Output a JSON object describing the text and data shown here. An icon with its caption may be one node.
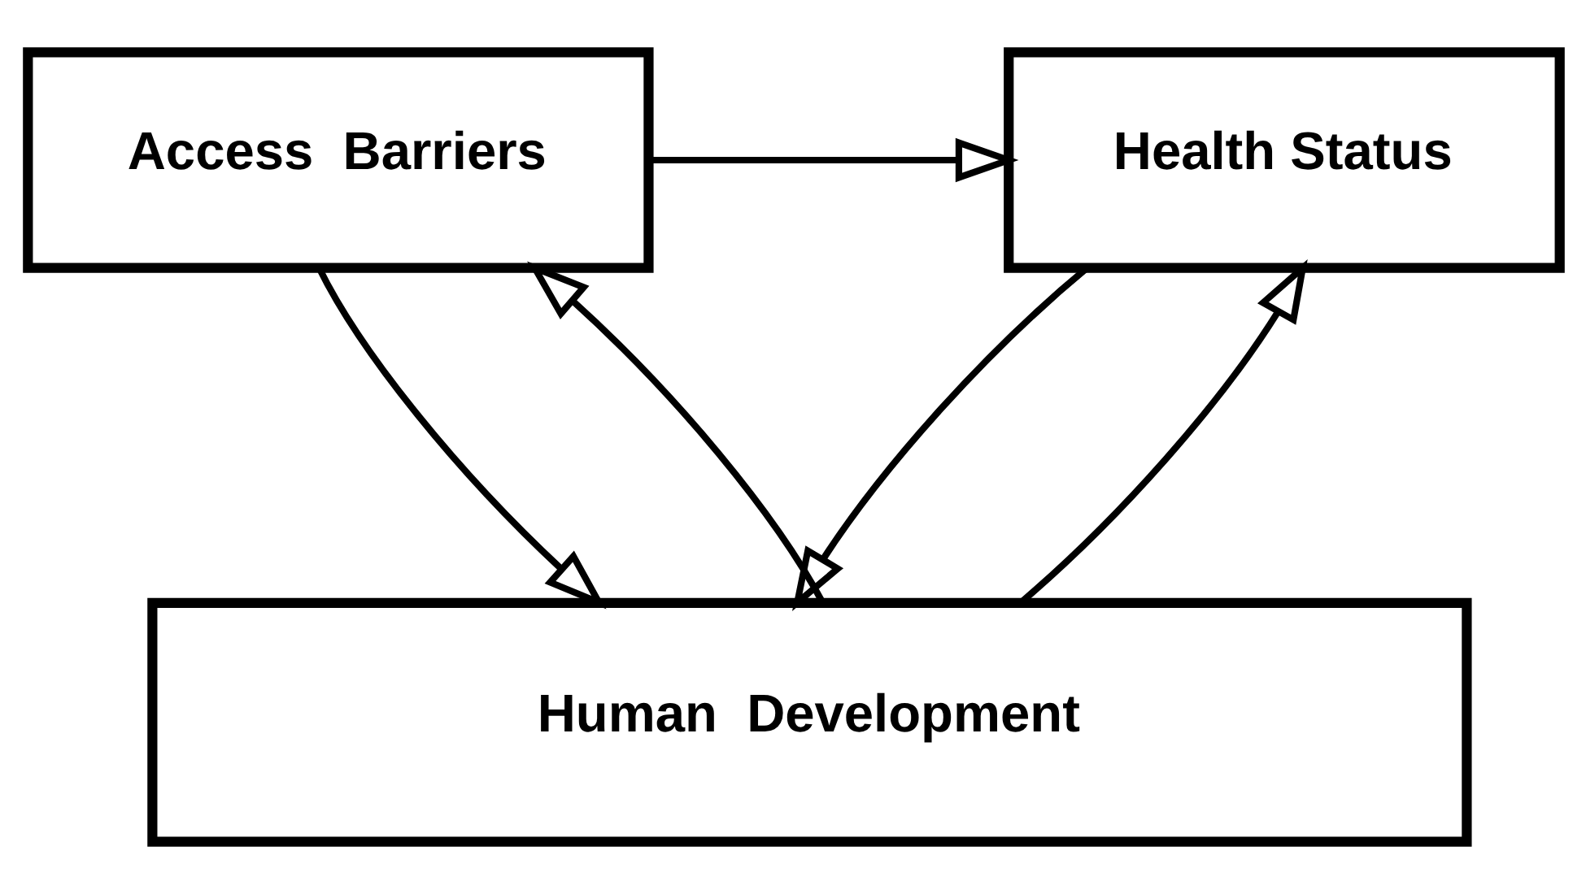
{
  "diagram": {
    "nodes": [
      {
        "text": [
          "Access  Barriers"
        ]
      },
      {
        "text": [
          "Health Status"
        ]
      },
      {
        "text": [
          "Human  Development"
        ]
      }
    ],
    "edges": [
      {
        "from": 0,
        "to": 1,
        "arrow": "to"
      },
      {
        "from": 2,
        "to": 0,
        "arrow": "to"
      },
      {
        "from": 0,
        "to": 2,
        "arrow": "to"
      },
      {
        "from": 2,
        "to": 1,
        "arrow": "to"
      },
      {
        "from": 1,
        "to": 2,
        "arrow": "to"
      }
    ]
  }
}
